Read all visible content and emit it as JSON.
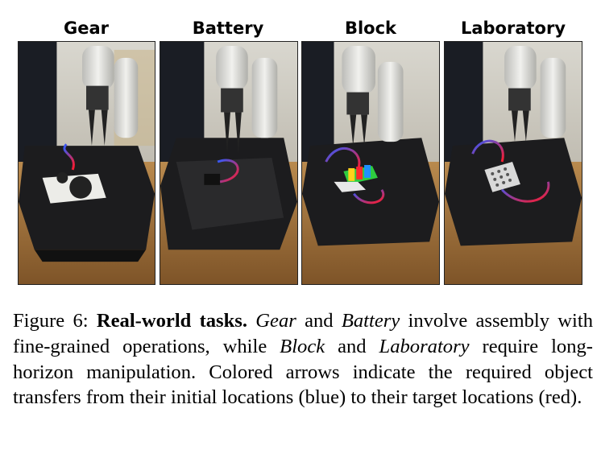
{
  "panels": [
    {
      "title": "Gear",
      "scene": "gear"
    },
    {
      "title": "Battery",
      "scene": "battery"
    },
    {
      "title": "Block",
      "scene": "block"
    },
    {
      "title": "Laboratory",
      "scene": "laboratory"
    }
  ],
  "caption": {
    "label": "Figure 6:",
    "bold_title": "Real-world tasks.",
    "term1": "Gear",
    "and": "and",
    "term2": "Battery",
    "text1": "involve assembly with fine-grained operations, while",
    "term3": "Block",
    "term4": "Laboratory",
    "text2": "require long-horizon manipulation. Colored arrows indicate the required object transfers from their initial locations (blue) to their target locations (red)."
  },
  "colors": {
    "arrow_start": "#2f5bff",
    "arrow_end": "#ff1a2a",
    "table_top": "#1c1c1e",
    "wood_floor": "#9a6b35",
    "curtain": "#1a1d24",
    "robot_arm": "#dcdcd8"
  }
}
